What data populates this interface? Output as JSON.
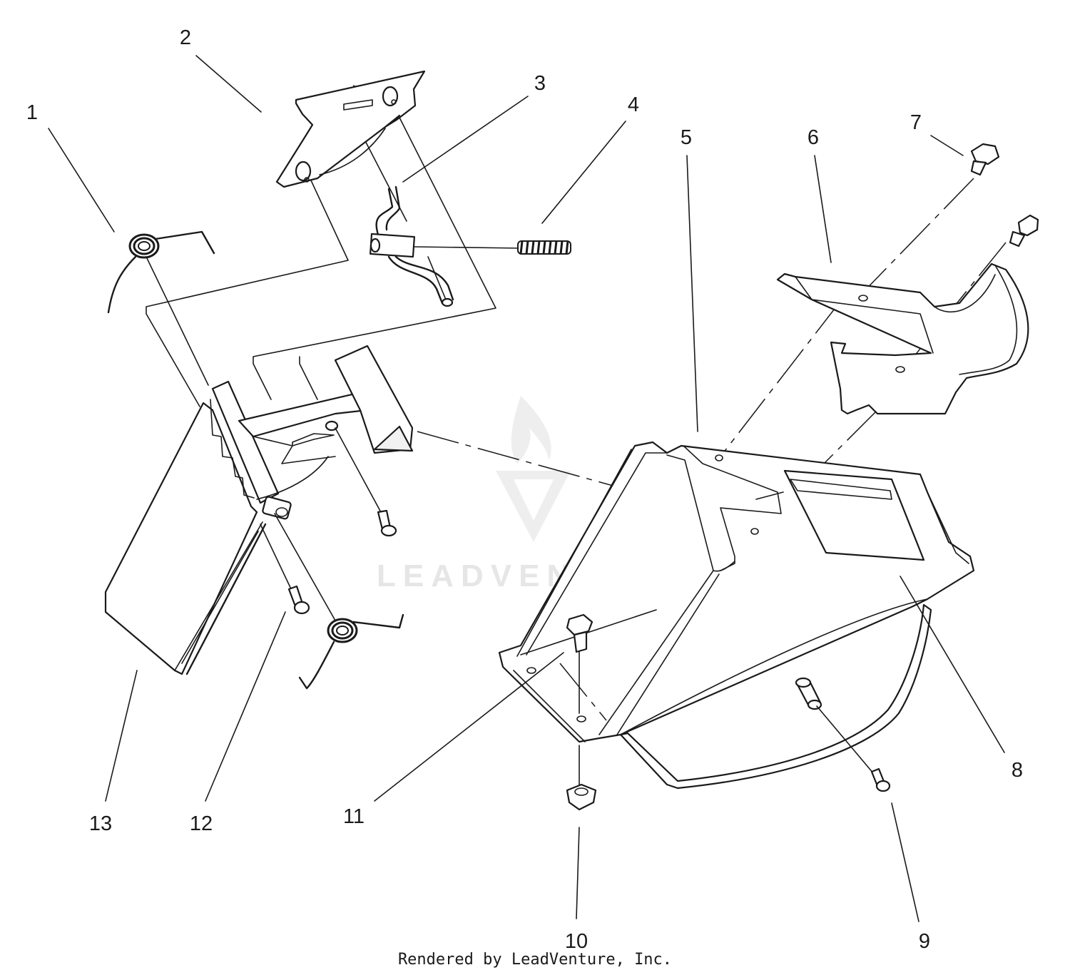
{
  "watermark": {
    "brand": "LEADVENTURE",
    "color": "#e6e6e6"
  },
  "credit": "Rendered by LeadVenture, Inc.",
  "callouts": [
    {
      "n": "1"
    },
    {
      "n": "2"
    },
    {
      "n": "3"
    },
    {
      "n": "4"
    },
    {
      "n": "5"
    },
    {
      "n": "6"
    },
    {
      "n": "7"
    },
    {
      "n": "8"
    },
    {
      "n": "9"
    },
    {
      "n": "10"
    },
    {
      "n": "11"
    },
    {
      "n": "12"
    },
    {
      "n": "13"
    }
  ]
}
